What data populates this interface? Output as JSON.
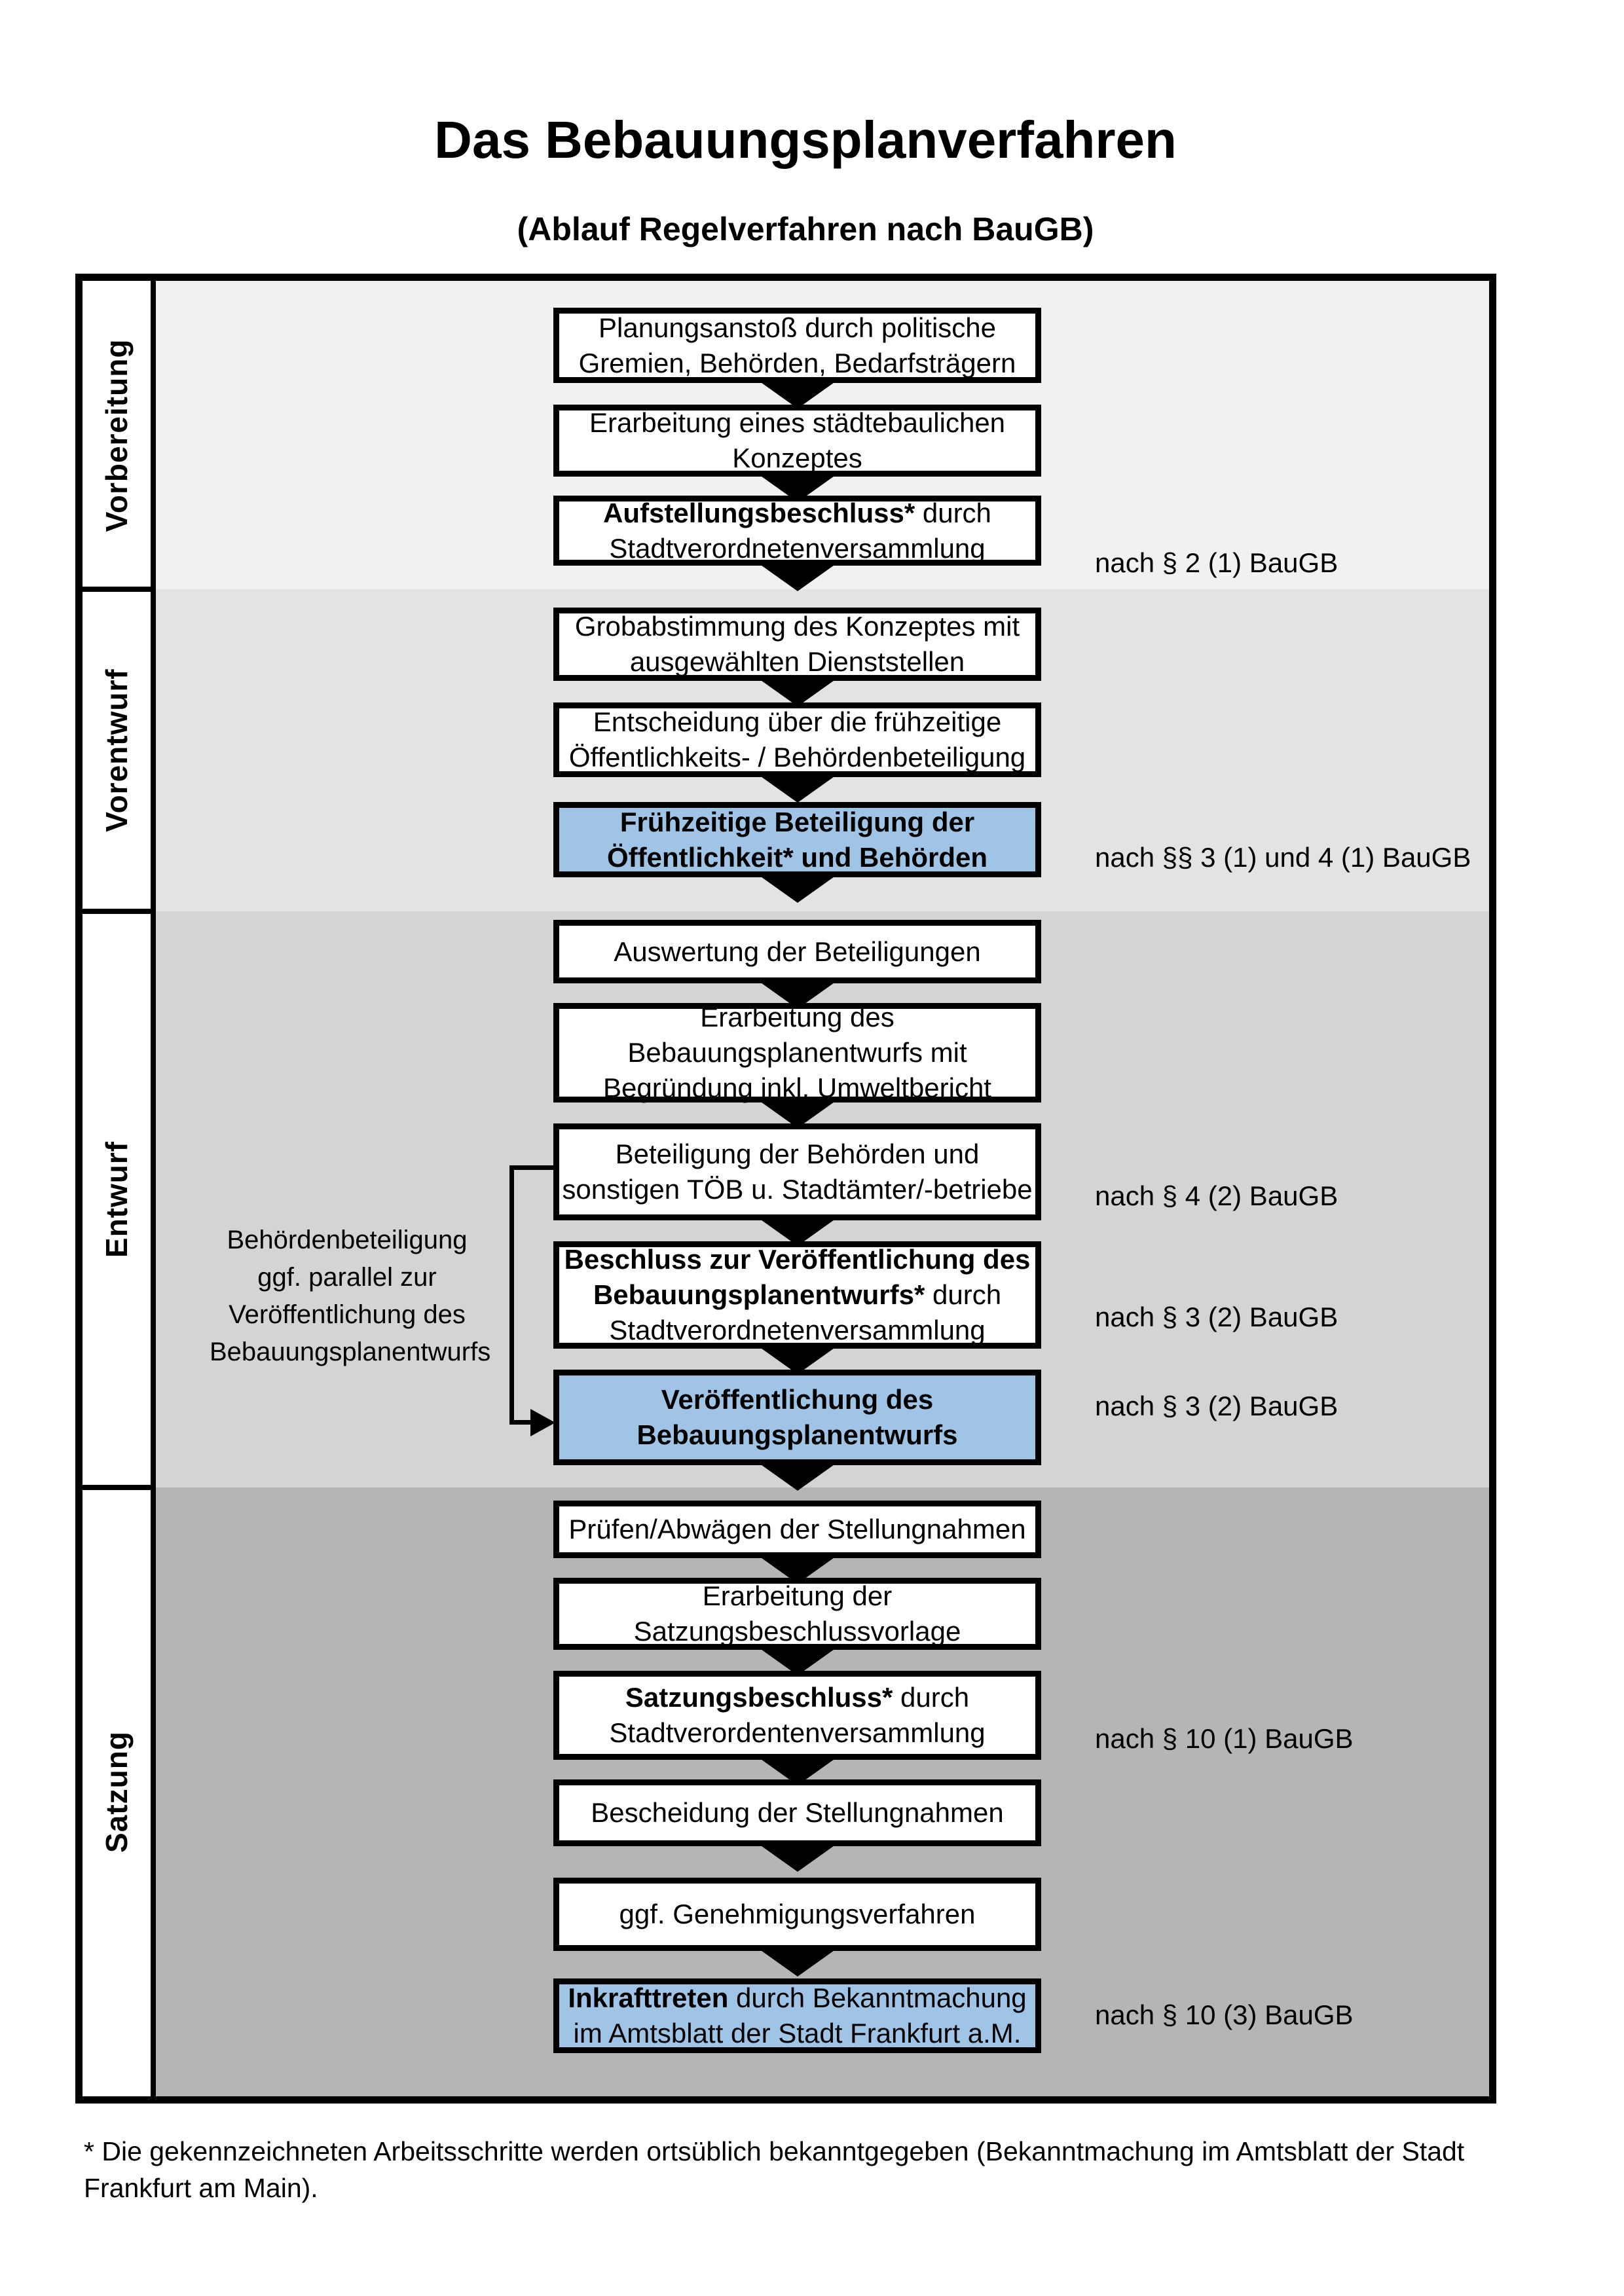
{
  "title": "Das Bebauungsplanverfahren",
  "subtitle": "(Ablauf Regelverfahren nach BauGB)",
  "colors": {
    "highlight_blue": "#a0c4e6",
    "phase_backgrounds": [
      "#f1f1f1",
      "#e3e3e3",
      "#d4d4d4",
      "#b5b5b5"
    ],
    "border_black": "#000000"
  },
  "phases": [
    {
      "label": "Vorbereitung"
    },
    {
      "label": "Vorentwurf"
    },
    {
      "label": "Entwurf"
    },
    {
      "label": "Satzung"
    }
  ],
  "steps": [
    {
      "phase": 0,
      "highlighted": false,
      "lines": [
        [
          {
            "text": "Planungsanstoß durch politische",
            "bold": false
          }
        ],
        [
          {
            "text": "Gremien, Behörden, Bedarfsträgern",
            "bold": false
          }
        ]
      ]
    },
    {
      "phase": 0,
      "highlighted": false,
      "lines": [
        [
          {
            "text": "Erarbeitung eines städtebaulichen",
            "bold": false
          }
        ],
        [
          {
            "text": "Konzeptes",
            "bold": false
          }
        ]
      ]
    },
    {
      "phase": 0,
      "highlighted": false,
      "lines": [
        [
          {
            "text": "Aufstellungsbeschluss*",
            "bold": true
          },
          {
            "text": " durch",
            "bold": false
          }
        ],
        [
          {
            "text": "Stadtverordnetenversammlung",
            "bold": false
          }
        ]
      ]
    },
    {
      "phase": 1,
      "highlighted": false,
      "lines": [
        [
          {
            "text": "Grobabstimmung des Konzeptes mit",
            "bold": false
          }
        ],
        [
          {
            "text": "ausgewählten Dienststellen",
            "bold": false
          }
        ]
      ]
    },
    {
      "phase": 1,
      "highlighted": false,
      "lines": [
        [
          {
            "text": "Entscheidung über die frühzeitige",
            "bold": false
          }
        ],
        [
          {
            "text": "Öffentlichkeits- / Behördenbeteiligung",
            "bold": false
          }
        ]
      ]
    },
    {
      "phase": 1,
      "highlighted": true,
      "lines": [
        [
          {
            "text": "Frühzeitige Beteiligung der",
            "bold": true
          }
        ],
        [
          {
            "text": "Öffentlichkeit* und Behörden",
            "bold": true
          }
        ]
      ]
    },
    {
      "phase": 2,
      "highlighted": false,
      "lines": [
        [
          {
            "text": "Auswertung der Beteiligungen",
            "bold": false
          }
        ]
      ]
    },
    {
      "phase": 2,
      "highlighted": false,
      "lines": [
        [
          {
            "text": "Erarbeitung des",
            "bold": false
          }
        ],
        [
          {
            "text": "Bebauungsplanentwurfs mit",
            "bold": false
          }
        ],
        [
          {
            "text": "Begründung inkl. Umweltbericht",
            "bold": false
          }
        ]
      ]
    },
    {
      "phase": 2,
      "highlighted": false,
      "lines": [
        [
          {
            "text": "Beteiligung der Behörden und",
            "bold": false
          }
        ],
        [
          {
            "text": "sonstigen TÖB u. Stadtämter/-betriebe",
            "bold": false
          }
        ]
      ]
    },
    {
      "phase": 2,
      "highlighted": false,
      "lines": [
        [
          {
            "text": "Beschluss zur Veröffentlichung des",
            "bold": true
          }
        ],
        [
          {
            "text": "Bebauungsplanentwurfs*",
            "bold": true
          },
          {
            "text": " durch",
            "bold": false
          }
        ],
        [
          {
            "text": "Stadtverordnetenversammlung",
            "bold": false
          }
        ]
      ]
    },
    {
      "phase": 2,
      "highlighted": true,
      "lines": [
        [
          {
            "text": "Veröffentlichung des",
            "bold": true
          }
        ],
        [
          {
            "text": "Bebauungsplanentwurfs",
            "bold": true
          }
        ]
      ]
    },
    {
      "phase": 3,
      "highlighted": false,
      "lines": [
        [
          {
            "text": "Prüfen/Abwägen der Stellungnahmen",
            "bold": false
          }
        ]
      ]
    },
    {
      "phase": 3,
      "highlighted": false,
      "lines": [
        [
          {
            "text": "Erarbeitung der",
            "bold": false
          }
        ],
        [
          {
            "text": "Satzungsbeschlussvorlage",
            "bold": false
          }
        ]
      ]
    },
    {
      "phase": 3,
      "highlighted": false,
      "lines": [
        [
          {
            "text": "Satzungsbeschluss*",
            "bold": true
          },
          {
            "text": " durch",
            "bold": false
          }
        ],
        [
          {
            "text": "Stadtverordentenversammlung",
            "bold": false
          }
        ]
      ]
    },
    {
      "phase": 3,
      "highlighted": false,
      "lines": [
        [
          {
            "text": "Bescheidung der Stellungnahmen",
            "bold": false
          }
        ]
      ]
    },
    {
      "phase": 3,
      "highlighted": false,
      "lines": [
        [
          {
            "text": "ggf. Genehmigungsverfahren",
            "bold": false
          }
        ]
      ]
    },
    {
      "phase": 3,
      "highlighted": true,
      "lines": [
        [
          {
            "text": "Inkrafttreten",
            "bold": true
          },
          {
            "text": " durch Bekanntmachung",
            "bold": false
          }
        ],
        [
          {
            "text": "im Amtsblatt der Stadt Frankfurt a.M.",
            "bold": false
          }
        ]
      ]
    }
  ],
  "annotations": [
    {
      "text": "nach § 2 (1) BauGB"
    },
    {
      "text": "nach §§ 3 (1) und 4 (1) BauGB"
    },
    {
      "text": "nach § 4 (2) BauGB"
    },
    {
      "text": "nach § 3 (2) BauGB"
    },
    {
      "text": "nach § 3 (2) BauGB"
    },
    {
      "text": "nach § 10 (1) BauGB"
    },
    {
      "text": "nach § 10 (3) BauGB"
    }
  ],
  "side_note": {
    "text": "Behördenbeteiligung\nggf. parallel zur\nVeröffentlichung des\nBebauungsplanentwurfs"
  },
  "footnote": {
    "text": "* Die gekennzeichneten Arbeitsschritte werden ortsüblich bekanntgegeben (Bekanntmachung im Amtsblatt  der Stadt\nFrankfurt am Main)."
  }
}
